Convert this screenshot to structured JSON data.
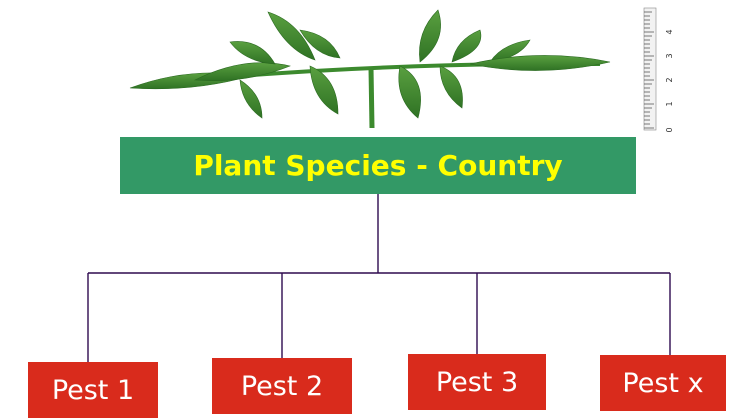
{
  "root": {
    "label": "Plant Species - Country"
  },
  "ruler": {
    "ticks": [
      "0",
      "1",
      "2",
      "3",
      "4"
    ]
  },
  "children": [
    {
      "label": "Pest 1"
    },
    {
      "label": "Pest 2"
    },
    {
      "label": "Pest 3"
    },
    {
      "label": "Pest x"
    }
  ],
  "colors": {
    "root_bg": "#339966",
    "root_text": "#ffff00",
    "child_bg": "#d92b1c",
    "child_text": "#ffffff",
    "connector": "#2e0a4f",
    "leaf": "#3e8a2e"
  }
}
